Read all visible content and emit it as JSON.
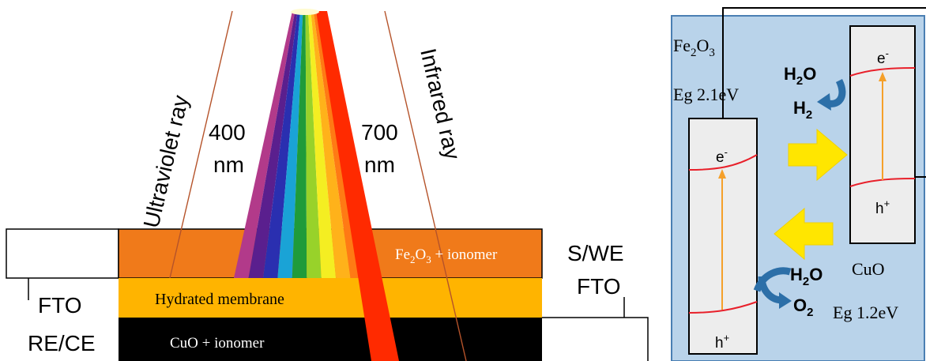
{
  "left_diagram": {
    "uv_label": "Ultraviolet ray",
    "ir_label": "Infrared ray",
    "wl_400_value": "400",
    "wl_400_unit": "nm",
    "wl_700_value": "700",
    "wl_700_unit": "nm",
    "fe2o3_formula": "Fe",
    "fe2o3_sub1": "2",
    "fe2o3_o": "O",
    "fe2o3_sub2": "3",
    "fe2o3_suffix": " + ionomer",
    "membrane_label": "Hydrated membrane",
    "cuo_label": "CuO + ionomer",
    "fto_left": "FTO",
    "re_ce": "RE/CE",
    "s_we": "S/WE",
    "fto_right": "FTO",
    "spectrum_colors": [
      "#b23a8a",
      "#5a1f8e",
      "#2a2fb0",
      "#1aa3d6",
      "#1f9b3a",
      "#98d22a",
      "#f4ee22",
      "#ffb21a",
      "#ff7a14"
    ],
    "colors": {
      "fe2o3_layer": "#f07a1a",
      "membrane_layer": "#ffb400",
      "cuo_layer": "#000000",
      "red_beam": "#ff2a00",
      "ray_line": "#b5532a"
    }
  },
  "right_diagram": {
    "fe2o3_el": "Fe",
    "fe2o3_sub1": "2",
    "fe2o3_o": "O",
    "fe2o3_sub2": "3",
    "eg_fe2o3": "Eg 2.1eV",
    "cuo_label": "CuO",
    "eg_cuo": "Eg 1.2eV",
    "electron": "e",
    "hole": "h",
    "minus": "-",
    "plus": "+",
    "h2o_top": "H",
    "h2o_top_sub": "2",
    "h2o_top_o": "O",
    "h2_h": "H",
    "h2_sub": "2",
    "h2o_bottom": "H",
    "h2o_bottom_sub": "2",
    "h2o_bottom_o": "O",
    "o2_o": "O",
    "o2_sub": "2",
    "colors": {
      "panel_bg": "#b9d3ea",
      "panel_border": "#4a7fb3",
      "band_line": "#e8202a",
      "transition_arrow": "#f5a02a",
      "yellow_arrow": "#ffe600",
      "curved_arrow": "#2c6fa8",
      "box_fill": "#ededed"
    }
  }
}
